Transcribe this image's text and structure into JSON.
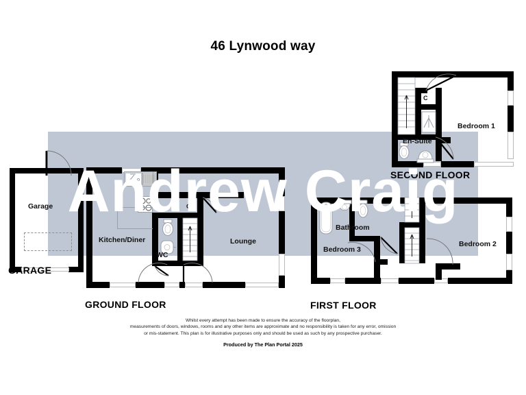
{
  "title": "46 Lynwood way",
  "watermark": "Andrew Craig",
  "floors": {
    "garage": {
      "label": "GARAGE",
      "rooms": [
        {
          "name": "Garage"
        }
      ]
    },
    "ground": {
      "label": "GROUND FLOOR",
      "rooms": [
        {
          "name": "Kitchen/Diner"
        },
        {
          "name": "Lounge"
        },
        {
          "name": "WC"
        },
        {
          "name": "C"
        }
      ]
    },
    "first": {
      "label": "FIRST FLOOR",
      "rooms": [
        {
          "name": "Bedroom 3"
        },
        {
          "name": "Bathroom"
        },
        {
          "name": "Bedroom 2"
        }
      ]
    },
    "second": {
      "label": "SECOND FLOOR",
      "rooms": [
        {
          "name": "Bedroom 1"
        },
        {
          "name": "En-Suite"
        },
        {
          "name": "C"
        }
      ]
    }
  },
  "footer": {
    "disclaimer_line1": "Whilst every attempt has been made to ensure the accuracy of the floorplan,",
    "disclaimer_line2": "measurements of doors, windows, rooms and any other items are approximate and no responsibility is taken for any error, omission",
    "disclaimer_line3": "or mis-statement. This plan is for illustrative purposes only and should be used as such by any prospective purchaser.",
    "producer": "Produced by The Plan Portal 2025"
  },
  "colors": {
    "wall": "#000000",
    "watermark_band": "#bfc7d4",
    "watermark_text": "#ffffff",
    "background": "#ffffff",
    "fixture_outline": "#9aa0aa"
  }
}
